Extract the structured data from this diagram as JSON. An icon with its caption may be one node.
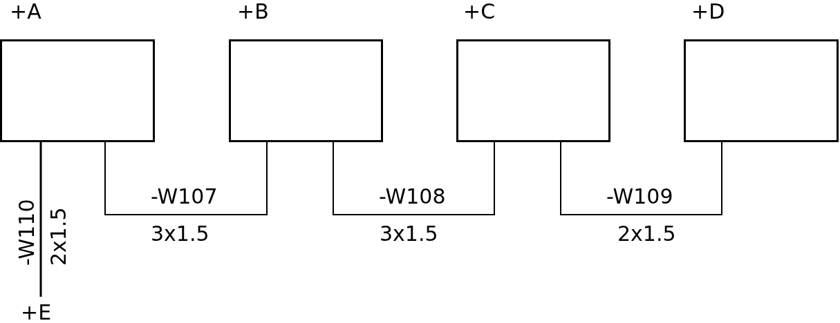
{
  "diagram": {
    "nodes": [
      {
        "text": [
          "+A"
        ]
      },
      {
        "text": [
          "+B"
        ]
      },
      {
        "text": [
          "+C"
        ]
      },
      {
        "text": [
          "+D"
        ]
      },
      {
        "text": [
          "+E"
        ]
      }
    ],
    "edges": [
      {
        "from": 0,
        "to": 1,
        "arrow": "none",
        "label": "-W107"
      },
      {
        "from": 1,
        "to": 2,
        "arrow": "none",
        "label": "-W108"
      },
      {
        "from": 2,
        "to": 3,
        "arrow": "none",
        "label": "-W109"
      },
      {
        "from": 0,
        "to": 4,
        "arrow": "none",
        "label": "-W110"
      }
    ],
    "labels": [
      "2x1.5",
      "3x1.5",
      "3x1.5",
      "2x1.5"
    ]
  }
}
